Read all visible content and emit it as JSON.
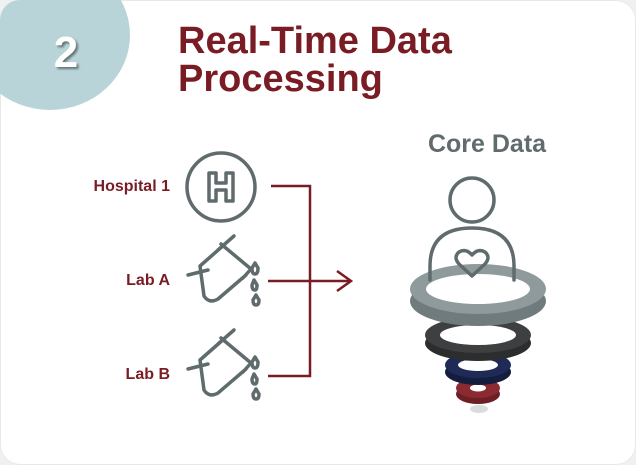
{
  "badge": {
    "number": "2"
  },
  "title": "Real-Time Data Processing",
  "core": {
    "label": "Core Data"
  },
  "sources": [
    {
      "label": "Hospital 1",
      "icon": "hospital-icon"
    },
    {
      "label": "Lab A",
      "icon": "flask-icon"
    },
    {
      "label": "Lab B",
      "icon": "flask-icon"
    }
  ],
  "colors": {
    "accent": "#7a1c23",
    "icon_gray": "#5f6b6d",
    "badge": "#b8d4d8",
    "ring_gray": "#8e9a9c",
    "ring_dark": "#3d3f41",
    "ring_navy": "#1f2a56",
    "ring_red": "#8a2a31"
  }
}
